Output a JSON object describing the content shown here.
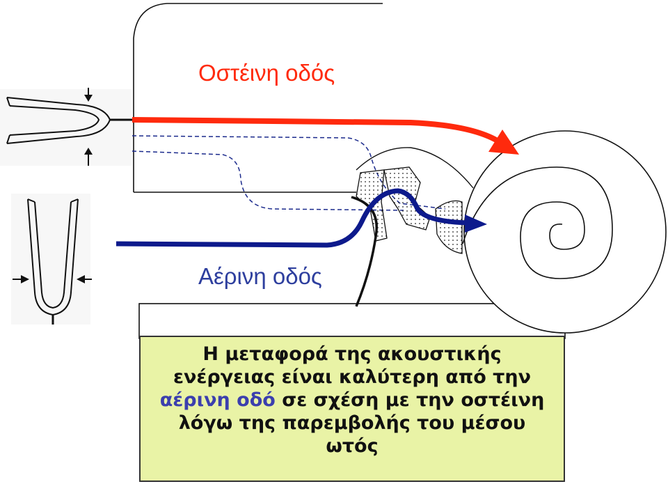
{
  "labels": {
    "bone_conduction": "Οστέινη οδός",
    "air_conduction": "Αέρινη οδός"
  },
  "caption": {
    "line1": "Η μεταφορά της ακουστικής",
    "line2": "ενέργειας είναι καλύτερη από την",
    "line3_highlight": "αέρινη οδό",
    "line3_rest": " σε σχέση με την οστέινη",
    "line4": "λόγω της παρεμβολής του μέσου",
    "line5": "ωτός"
  },
  "colors": {
    "bone_arrow": "#ff2a0d",
    "air_arrow": "#0d1a8c",
    "caption_background": "#e9f3a6",
    "caption_highlight": "#3b3fae"
  }
}
